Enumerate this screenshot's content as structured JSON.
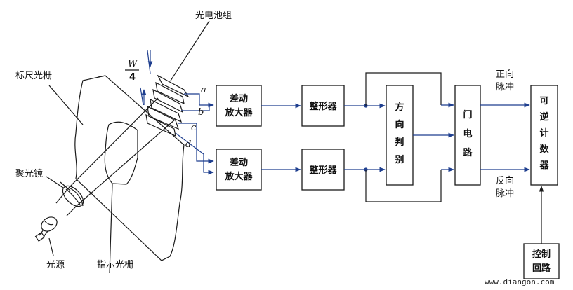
{
  "labels": {
    "photocell_group": "光电池组",
    "scale_grating": "标尺光栅",
    "condenser": "聚光镜",
    "light_source": "光源",
    "index_grating": "指示光栅",
    "w_numerator": "W",
    "w_denominator": "4",
    "sig_a": "a",
    "sig_b": "b",
    "sig_c": "c",
    "sig_d": "d",
    "forward_pulse_1": "正向",
    "forward_pulse_2": "脉冲",
    "reverse_pulse_1": "反向",
    "reverse_pulse_2": "脉冲"
  },
  "blocks": {
    "diff_amp_top": [
      "差动",
      "放大器"
    ],
    "diff_amp_bottom": [
      "差动",
      "放大器"
    ],
    "shaper_top": "整形器",
    "shaper_bottom": "整形器",
    "direction_judge": [
      "方",
      "向",
      "判",
      "别"
    ],
    "gate_circuit": [
      "门",
      "电",
      "路"
    ],
    "reversible_counter": [
      "可",
      "逆",
      "计",
      "数",
      "器"
    ],
    "control_loop": [
      "控制",
      "回路"
    ]
  },
  "watermark": "www.diangon.com"
}
